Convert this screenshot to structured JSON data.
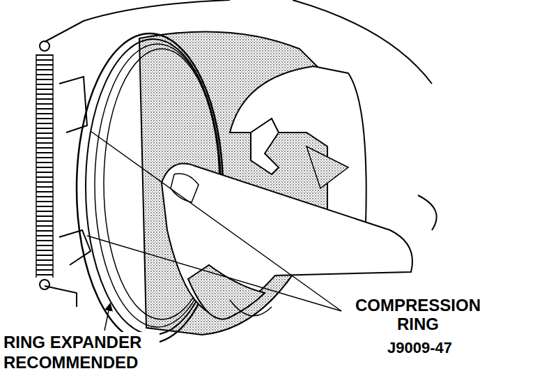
{
  "diagram": {
    "labels": [
      "COMPRESSION RING",
      "RING EXPANDER RECOMMENDED",
      "J9009-47"
    ]
  }
}
